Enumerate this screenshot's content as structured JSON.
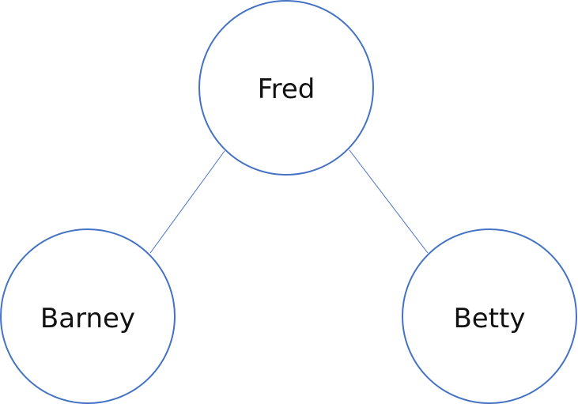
{
  "diagram": {
    "nodes": [
      {
        "id": "fred",
        "label": "Fred"
      },
      {
        "id": "barney",
        "label": "Barney"
      },
      {
        "id": "betty",
        "label": "Betty"
      }
    ],
    "edges": [
      {
        "from": "fred",
        "to": "barney"
      },
      {
        "from": "fred",
        "to": "betty"
      }
    ]
  },
  "colors": {
    "node_stroke": "#4472c4",
    "edge_stroke": "#4472c4",
    "label_text": "#111111"
  }
}
